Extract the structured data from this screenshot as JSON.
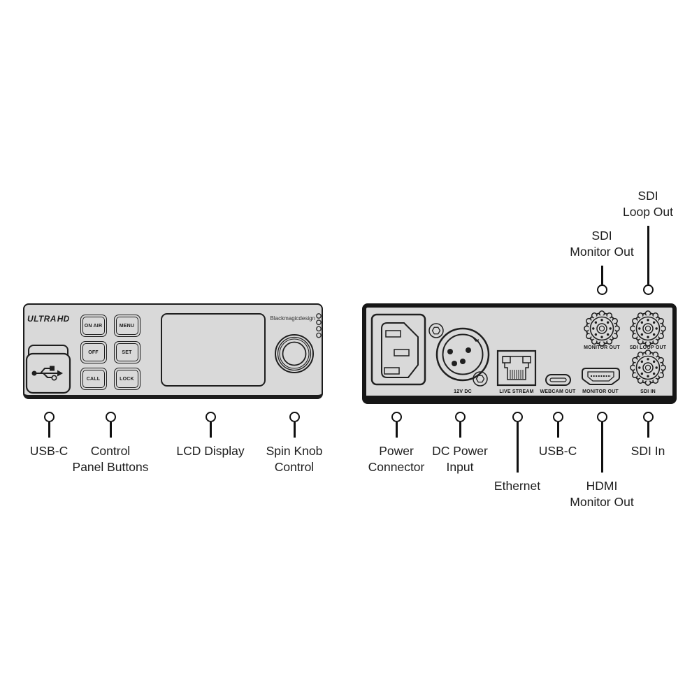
{
  "front": {
    "logo_ultra": "ULTRA",
    "logo_hd": "HD",
    "maker": "Blackmagicdesign",
    "buttons": [
      "ON AIR",
      "MENU",
      "OFF",
      "SET",
      "CALL",
      "LOCK"
    ],
    "callouts": [
      {
        "line1": "USB-C",
        "line2": ""
      },
      {
        "line1": "Control",
        "line2": "Panel Buttons"
      },
      {
        "line1": "LCD Display",
        "line2": ""
      },
      {
        "line1": "Spin Knob",
        "line2": "Control"
      }
    ]
  },
  "rear": {
    "ports": {
      "dc": "12V DC",
      "ethernet": "LIVE STREAM",
      "usbc": "WEBCAM OUT",
      "hdmi": "MONITOR OUT",
      "bnc_monitor": "MONITOR OUT",
      "bnc_loop": "SDI LOOP OUT",
      "bnc_in": "SDI IN"
    },
    "callouts_top": [
      {
        "line1": "SDI",
        "line2": "Monitor Out"
      },
      {
        "line1": "SDI",
        "line2": "Loop Out"
      }
    ],
    "callouts_bottom": [
      {
        "line1": "Power",
        "line2": "Connector"
      },
      {
        "line1": "DC Power",
        "line2": "Input"
      },
      {
        "line1": "Ethernet",
        "line2": ""
      },
      {
        "line1": "USB-C",
        "line2": ""
      },
      {
        "line1": "HDMI",
        "line2": "Monitor Out"
      },
      {
        "line1": "SDI In",
        "line2": ""
      }
    ]
  },
  "colors": {
    "panel": "#d9d9d9",
    "line": "#1f1f1f",
    "text": "#1d1d1d"
  }
}
